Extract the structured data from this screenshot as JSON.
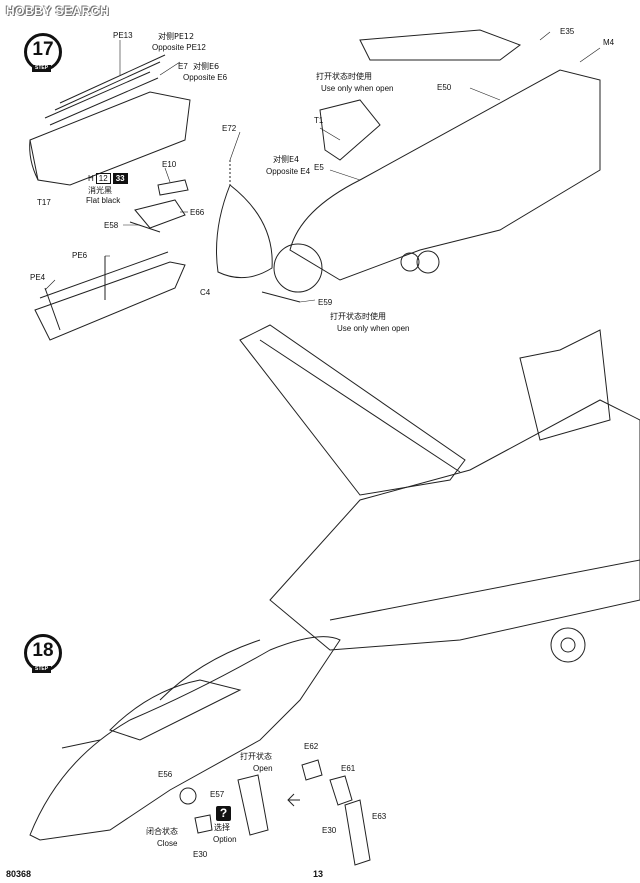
{
  "watermark": "HOBBY SEARCH",
  "steps": [
    {
      "number": "17",
      "label": "STEP"
    },
    {
      "number": "18",
      "label": "STEP"
    }
  ],
  "parts": {
    "pe13": "PE13",
    "pe12_cn": "对侧PE12",
    "pe12_en": "Opposite PE12",
    "e7": "E7",
    "e6_cn": "对侧E6",
    "e6_en": "Opposite E6",
    "t17": "T17",
    "e10": "E10",
    "e58": "E58",
    "e66": "E66",
    "pe6": "PE6",
    "pe4": "PE4",
    "e72": "E72",
    "c4": "C4",
    "t1": "T1",
    "e4_cn": "对侧E4",
    "e4_en": "Opposite E4",
    "e5": "E5",
    "e59": "E59",
    "e50": "E50",
    "e35": "E35",
    "m4": "M4",
    "e56": "E56",
    "e57": "E57",
    "e30a": "E30",
    "e30b": "E30",
    "e62": "E62",
    "e61": "E61",
    "e63": "E63"
  },
  "paint": {
    "code": "H",
    "n1": "12",
    "n2": "33",
    "cn": "消光黑",
    "en": "Flat black"
  },
  "notes": {
    "open_only_cn": "打开状态时使用",
    "open_only_en": "Use only when open",
    "open_only2_cn": "打开状态时使用",
    "open_only2_en": "Use only when open",
    "open_cn": "打开状态",
    "open_en": "Open",
    "close_cn": "闭合状态",
    "close_en": "Close",
    "option_cn": "选择",
    "option_en": "Option",
    "option_icon": "?"
  },
  "footer": {
    "code": "80368",
    "page": "13"
  }
}
